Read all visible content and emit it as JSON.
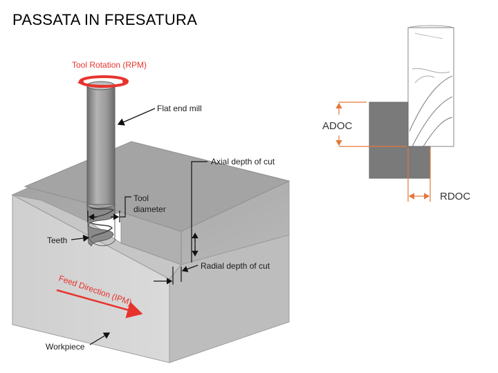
{
  "title": "PASSATA IN FRESATURA",
  "main_diagram": {
    "rotation_label": "Tool Rotation (RPM)",
    "tool_label": "Flat end mill",
    "axial_label": "Axial depth of cut",
    "diameter_label_line1": "Tool",
    "diameter_label_line2": "diameter",
    "teeth_label": "Teeth",
    "radial_label": "Radial depth of cut",
    "feed_label": "Feed Direction (IPM)",
    "workpiece_label": "Workpiece"
  },
  "side_diagram": {
    "adoc_label": "ADOC",
    "rdoc_label": "RDOC"
  },
  "colors": {
    "accent_red": "#e8332d",
    "orange_arrow": "#e2783a",
    "block_front": "#d0d0d0",
    "block_top": "#a9a9a9",
    "block_side": "#bdbdbd",
    "tool": "#9a9a9a",
    "side_block": "#7a7a7a"
  }
}
